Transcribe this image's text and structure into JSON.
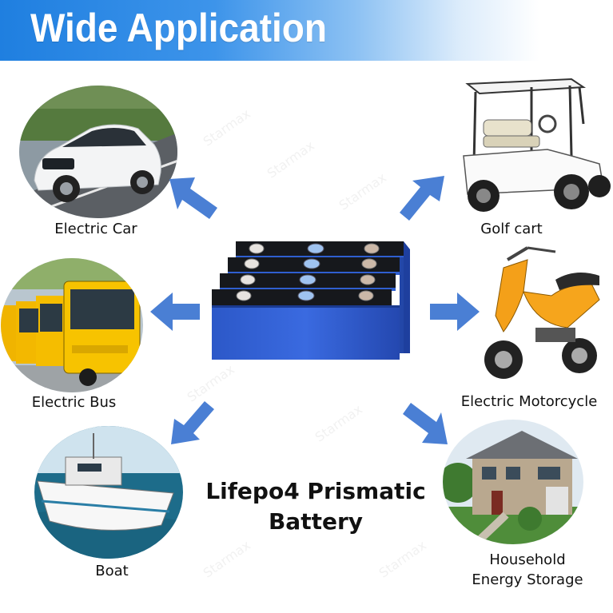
{
  "header": {
    "title": "Wide Application"
  },
  "product": {
    "title_line1": "Lifepo4 Prismatic",
    "title_line2": "Battery"
  },
  "applications": [
    {
      "label": "Electric Car"
    },
    {
      "label": "Golf cart"
    },
    {
      "label": "Electric Bus"
    },
    {
      "label": "Electric Motorcycle"
    },
    {
      "label": "Boat"
    },
    {
      "label_line1": "Household",
      "label_line2": "Energy Storage"
    }
  ],
  "colors": {
    "banner_blue": "#1f7fe0",
    "arrow_blue": "#4a7fd4",
    "battery_blue": "#2f5fd0"
  }
}
